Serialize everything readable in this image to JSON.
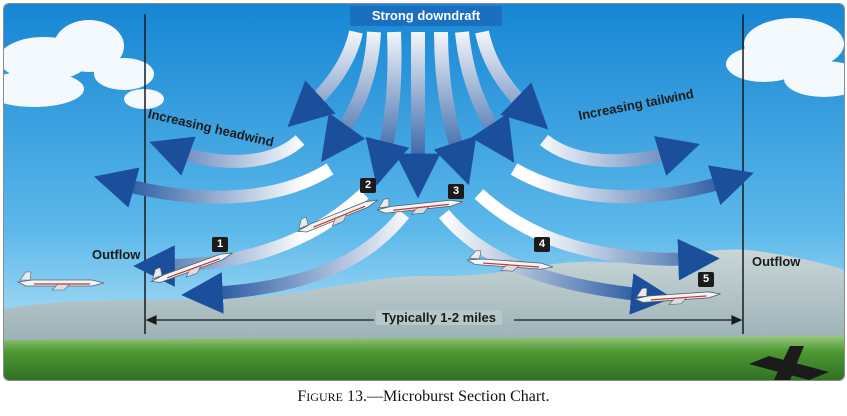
{
  "labels": {
    "top": "Strong downdraft",
    "headwind": "Increasing headwind",
    "tailwind": "Increasing tailwind",
    "outflow_left": "Outflow",
    "outflow_right": "Outflow",
    "distance": "Typically 1-2 miles"
  },
  "positions": [
    "1",
    "2",
    "3",
    "4",
    "5"
  ],
  "caption": {
    "figure_first": "F",
    "figure_rest": "IGURE",
    "text": " 13.—Microburst Section Chart."
  },
  "colors": {
    "sky_top": "#1f8fd8",
    "sky_bottom": "#bfe6f7",
    "ground": "#3f8a2a",
    "arrow_dark": "#1b4f9c",
    "arrow_light": "#ffffff"
  }
}
